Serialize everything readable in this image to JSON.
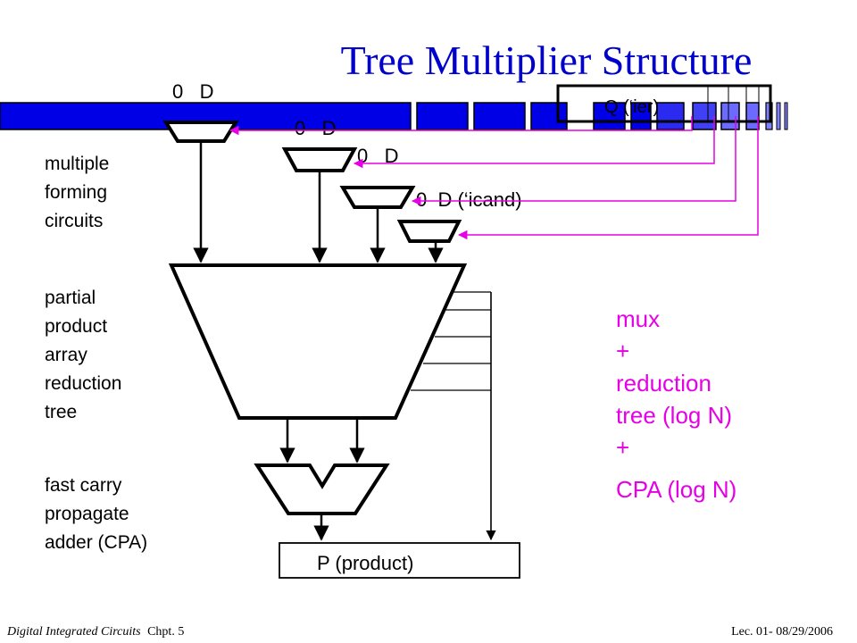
{
  "slide": {
    "title": "Tree Multiplier Structure",
    "footer_left": "Digital Integrated Circuits",
    "footer_left_suffix": "Chpt. 5",
    "footer_right": "Lec. 01- 08/29/2006"
  },
  "diagram": {
    "mux_inputs": [
      "0   D",
      "0   D",
      "0   D",
      "0  D (‘icand)"
    ],
    "multiplier_label": "Q (‘ier)",
    "product_label": "P (product)",
    "left_labels": {
      "multiple_forming": [
        "multiple",
        "forming",
        "circuits"
      ],
      "reduction_tree": [
        "partial",
        "product",
        "array",
        "reduction",
        "tree"
      ],
      "cpa": [
        "fast carry",
        "propagate",
        "adder (CPA)"
      ]
    },
    "annotation": [
      "mux",
      "+",
      "reduction",
      "tree (log N)",
      "+",
      "CPA (log N)"
    ]
  },
  "colors": {
    "title": "#0000cc",
    "bar_blue": "#0000e6",
    "bar_light": "#6b6bff",
    "select_lines": "#e600e6",
    "annotation": "#e600e6",
    "lines": "#000000"
  }
}
